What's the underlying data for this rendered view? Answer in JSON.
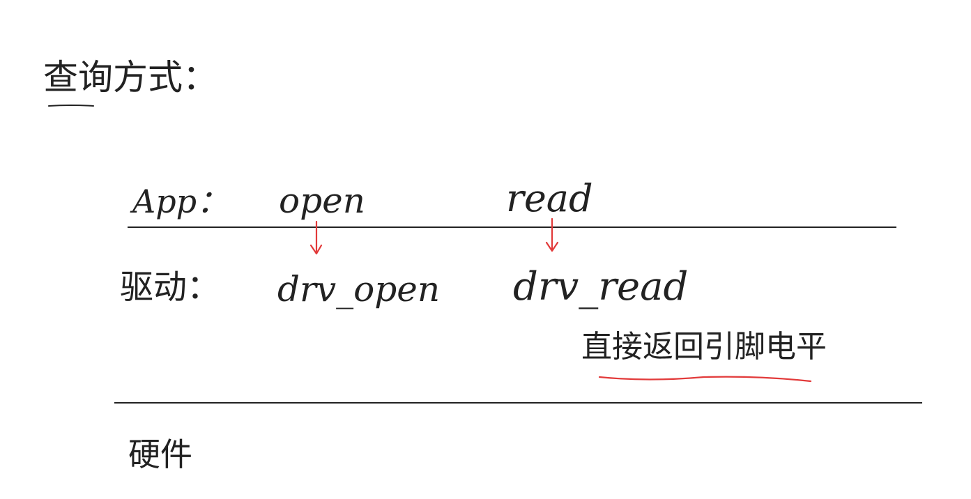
{
  "title": "查询方式：",
  "layers": {
    "app": {
      "label": "App：",
      "calls": [
        "open",
        "read"
      ]
    },
    "driver": {
      "label": "驱动：",
      "calls": [
        "drv_open",
        "drv_read"
      ],
      "note": "直接返回引脚电平"
    },
    "hardware": {
      "label": "硬件"
    }
  },
  "colors": {
    "ink": "#222222",
    "accent": "#e23a3a",
    "background": "#ffffff"
  }
}
